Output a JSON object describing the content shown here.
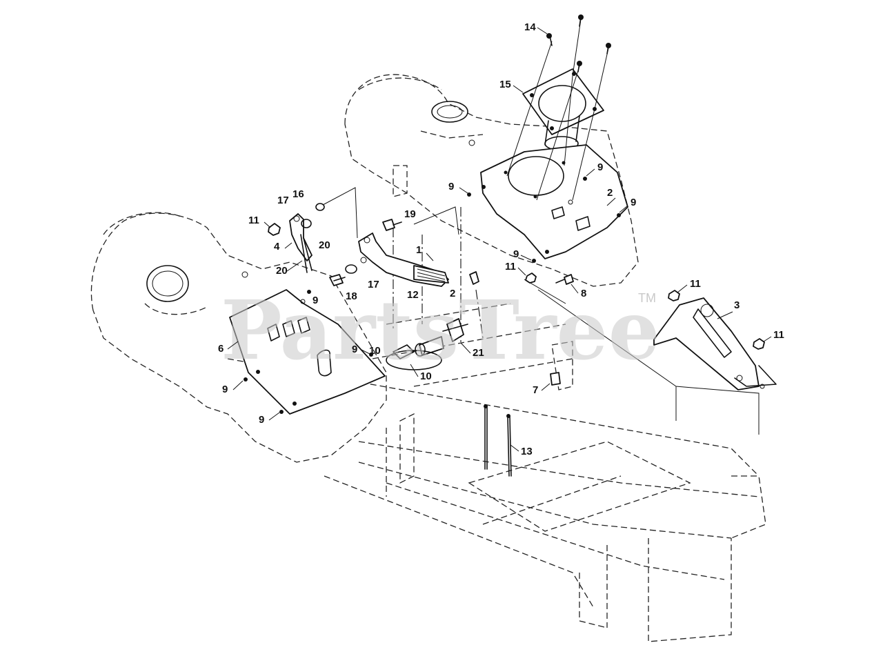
{
  "watermark": {
    "text": "PartsTree",
    "trademark": "TM"
  },
  "callouts": [
    {
      "id": "c1",
      "label": "14"
    },
    {
      "id": "c2",
      "label": "15"
    },
    {
      "id": "c3",
      "label": "9"
    },
    {
      "id": "c4",
      "label": "9"
    },
    {
      "id": "c5",
      "label": "2"
    },
    {
      "id": "c6",
      "label": "9"
    },
    {
      "id": "c7",
      "label": "16"
    },
    {
      "id": "c8",
      "label": "17"
    },
    {
      "id": "c9",
      "label": "19"
    },
    {
      "id": "c10",
      "label": "11"
    },
    {
      "id": "c11",
      "label": "1"
    },
    {
      "id": "c12",
      "label": "4"
    },
    {
      "id": "c13",
      "label": "20"
    },
    {
      "id": "c14",
      "label": "20"
    },
    {
      "id": "c15",
      "label": "9"
    },
    {
      "id": "c16",
      "label": "11"
    },
    {
      "id": "c17",
      "label": "17"
    },
    {
      "id": "c18",
      "label": "12"
    },
    {
      "id": "c19",
      "label": "2"
    },
    {
      "id": "c20",
      "label": "8"
    },
    {
      "id": "c21",
      "label": "11"
    },
    {
      "id": "c22",
      "label": "9"
    },
    {
      "id": "c23",
      "label": "18"
    },
    {
      "id": "c24",
      "label": "3"
    },
    {
      "id": "c25",
      "label": "11"
    },
    {
      "id": "c26",
      "label": "6"
    },
    {
      "id": "c27",
      "label": "9"
    },
    {
      "id": "c28",
      "label": "10"
    },
    {
      "id": "c29",
      "label": "21"
    },
    {
      "id": "c30",
      "label": "10"
    },
    {
      "id": "c31",
      "label": "9"
    },
    {
      "id": "c32",
      "label": "7"
    },
    {
      "id": "c33",
      "label": "9"
    },
    {
      "id": "c34",
      "label": "13"
    }
  ]
}
